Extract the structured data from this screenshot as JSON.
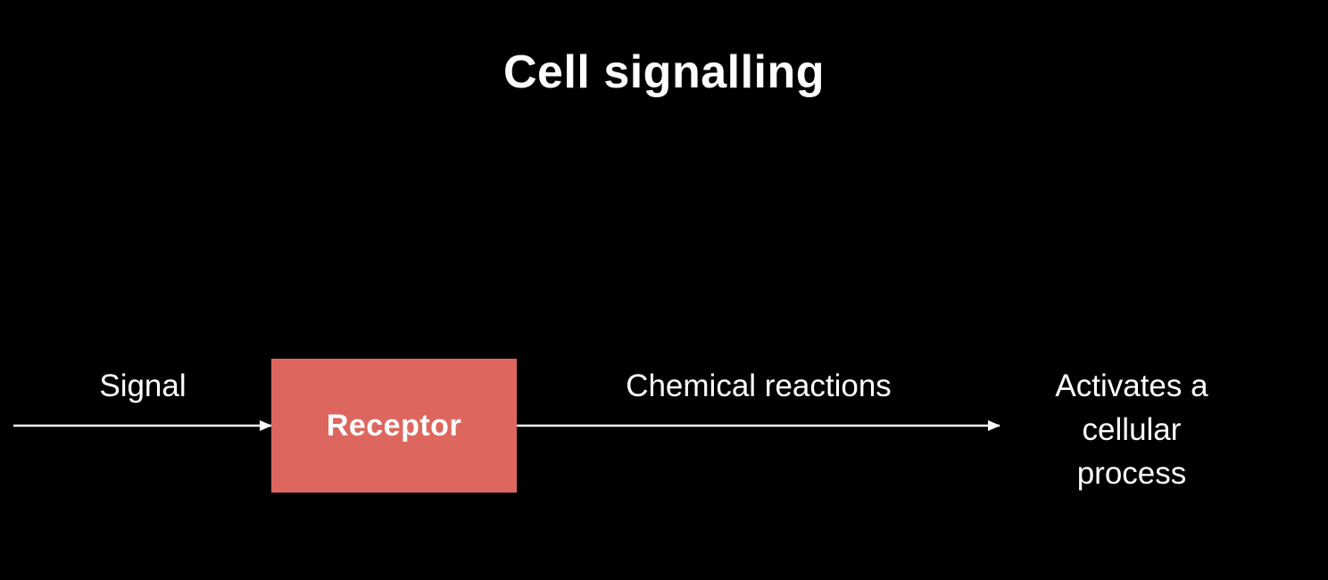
{
  "title": "Cell signalling",
  "colors": {
    "background": "#000000",
    "text": "#ffffff",
    "receptor_fill": "#dd675f",
    "arrow": "#ffffff"
  },
  "diagram": {
    "signal_label": "Signal",
    "receptor_label": "Receptor",
    "reactions_label": "Chemical reactions",
    "process_lines": [
      "Activates a",
      "cellular",
      "process"
    ]
  }
}
